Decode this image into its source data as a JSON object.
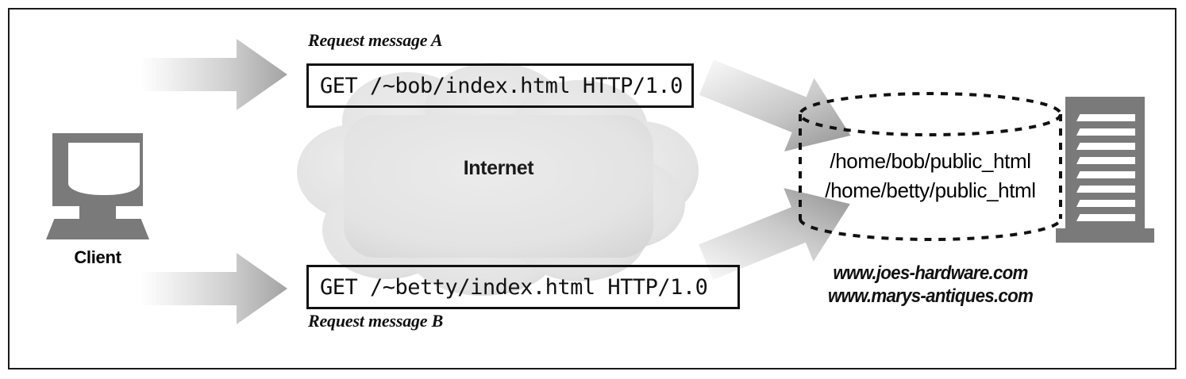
{
  "figure": {
    "title": "HTTP virtual hosting request routing diagram",
    "frame_color": "#1a1a1a",
    "background": "#ffffff"
  },
  "client": {
    "label": "Client",
    "icon": "desktop-computer-icon",
    "color": "#7a7a7a"
  },
  "network": {
    "label": "Internet",
    "icon": "cloud-icon",
    "fill": "#e4e4e4"
  },
  "requests": [
    {
      "id": "a",
      "label": "Request message A",
      "message": "GET /~bob/index.html HTTP/1.0",
      "label_position": "above"
    },
    {
      "id": "b",
      "label": "Request message B",
      "message": "GET /~betty/index.html HTTP/1.0",
      "label_position": "below"
    }
  ],
  "arrows": [
    {
      "name": "arrow-client-to-request-a",
      "direction": "right"
    },
    {
      "name": "arrow-client-to-request-b",
      "direction": "right"
    },
    {
      "name": "arrow-cloud-to-server-top",
      "direction": "down-right"
    },
    {
      "name": "arrow-cloud-to-server-bottom",
      "direction": "up-right"
    }
  ],
  "server": {
    "icon": "server-rack-icon",
    "color": "#7a7a7a",
    "slot_count": 8,
    "storage": {
      "icon": "database-cylinder-icon",
      "outline": "dashed",
      "paths": [
        "/home/bob/public_html",
        "/home/betty/public_html"
      ]
    },
    "domains": [
      "www.joes-hardware.com",
      "www.marys-antiques.com"
    ]
  }
}
